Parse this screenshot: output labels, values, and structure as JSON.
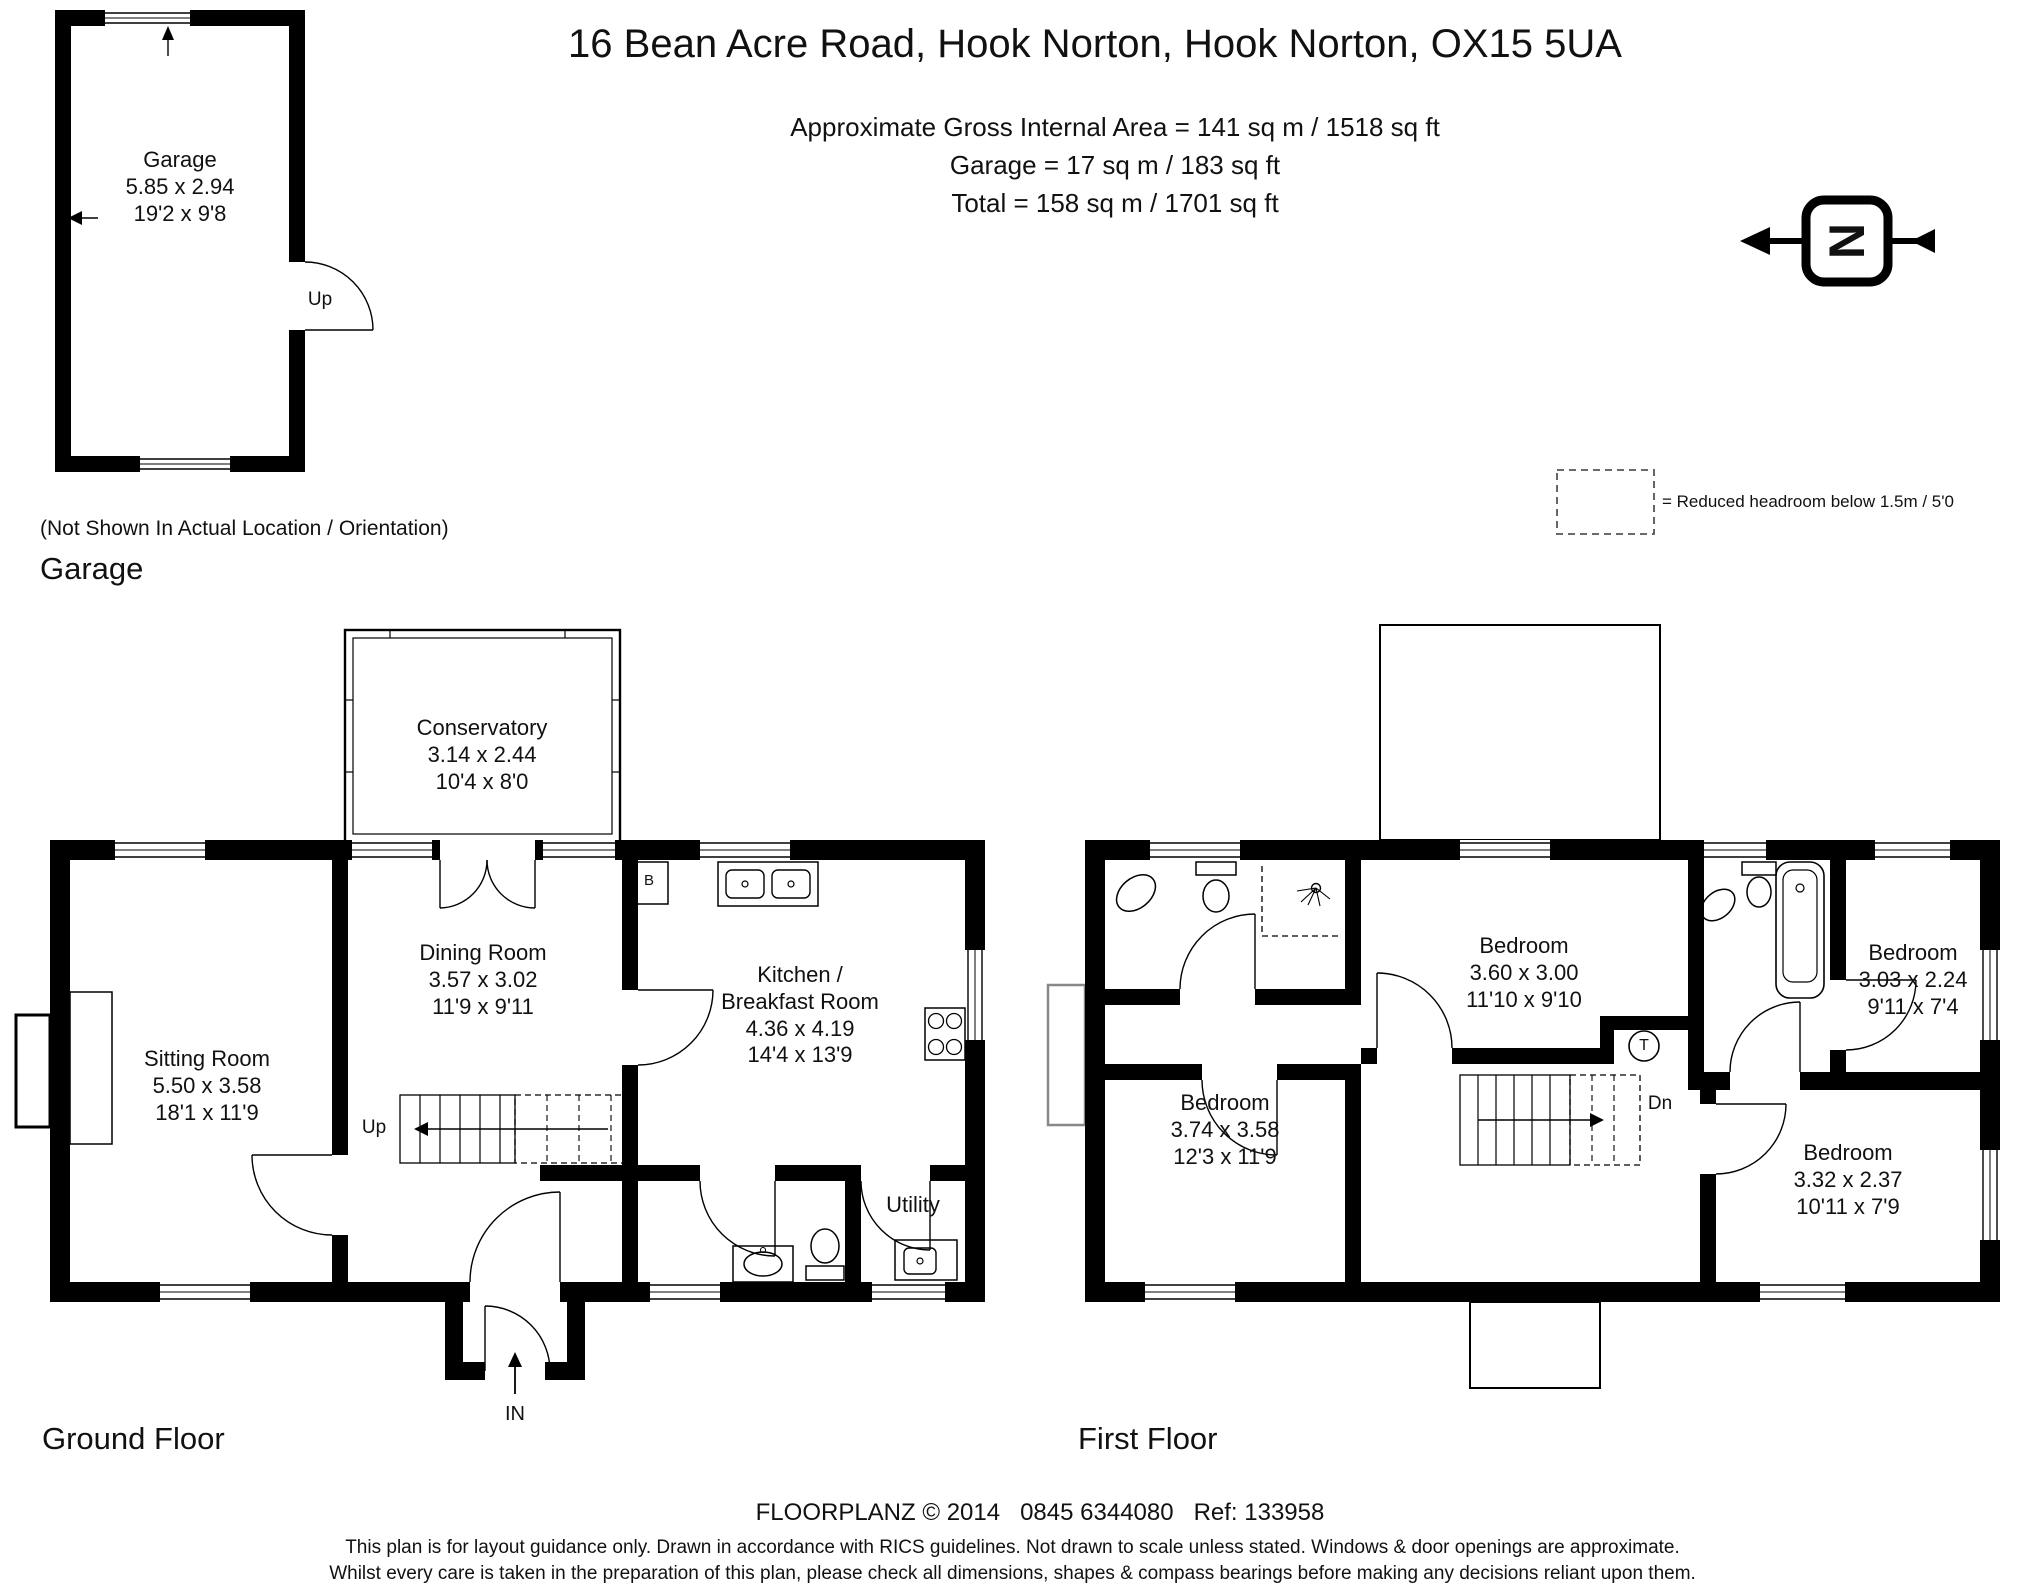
{
  "header": {
    "address": "16 Bean Acre Road, Hook Norton, Hook Norton, OX15 5UA",
    "area_line1": "Approximate Gross Internal Area = 141 sq m / 1518 sq ft",
    "area_line2": "Garage = 17 sq m / 183 sq ft",
    "area_line3": "Total = 158 sq m / 1701 sq ft"
  },
  "north": {
    "letter": "N"
  },
  "legend": {
    "reduced_headroom": "= Reduced headroom below 1.5m / 5'0"
  },
  "garage_plan": {
    "room": {
      "name": "Garage",
      "dims_m": "5.85 x 2.94",
      "dims_ft": "19'2 x 9'8"
    },
    "door_label": "Up",
    "note": "(Not Shown In Actual Location / Orientation)",
    "heading": "Garage"
  },
  "ground_floor": {
    "heading": "Ground Floor",
    "entrance_label": "IN",
    "stairs_label": "Up",
    "boiler_label": "B",
    "rooms": {
      "conservatory": {
        "name": "Conservatory",
        "dims_m": "3.14 x 2.44",
        "dims_ft": "10'4 x 8'0"
      },
      "dining": {
        "name": "Dining Room",
        "dims_m": "3.57 x 3.02",
        "dims_ft": "11'9 x 9'11"
      },
      "kitchen": {
        "name_line1": "Kitchen /",
        "name_line2": "Breakfast Room",
        "dims_m": "4.36 x 4.19",
        "dims_ft": "14'4 x 13'9"
      },
      "sitting": {
        "name": "Sitting Room",
        "dims_m": "5.50 x 3.58",
        "dims_ft": "18'1 x 11'9"
      },
      "utility": {
        "name": "Utility"
      }
    }
  },
  "first_floor": {
    "heading": "First Floor",
    "stairs_label": "Dn",
    "tank_label": "T",
    "rooms": {
      "bedroom_top": {
        "name": "Bedroom",
        "dims_m": "3.60 x 3.00",
        "dims_ft": "11'10 x 9'10"
      },
      "bedroom_right": {
        "name": "Bedroom",
        "dims_m": "3.03 x 2.24",
        "dims_ft": "9'11 x 7'4"
      },
      "bedroom_left": {
        "name": "Bedroom",
        "dims_m": "3.74 x 3.58",
        "dims_ft": "12'3 x 11'9"
      },
      "bedroom_bottom_right": {
        "name": "Bedroom",
        "dims_m": "3.32 x 2.37",
        "dims_ft": "10'11 x 7'9"
      }
    }
  },
  "footer": {
    "line1": "FLOORPLANZ © 2014   0845 6344080   Ref: 133958",
    "line2": "This plan is for layout guidance only. Drawn in accordance with RICS guidelines. Not drawn to scale unless stated. Windows & door openings are approximate.",
    "line3": "Whilst every care is taken in the preparation of this plan, please check all dimensions, shapes & compass bearings before making any decisions reliant upon them."
  }
}
